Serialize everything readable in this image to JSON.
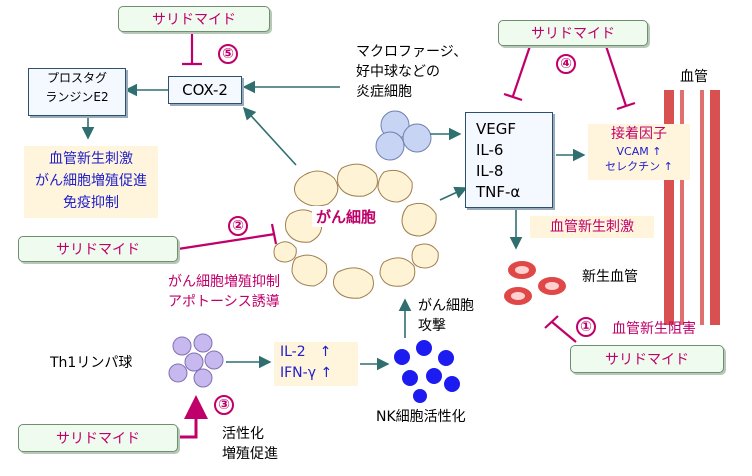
{
  "thalidomide": "サリドマイド",
  "numbers": [
    "①",
    "②",
    "③",
    "④",
    "⑤"
  ],
  "cox2": "COX-2",
  "prostaglandin": [
    "プロスタグ",
    "ランジンE2"
  ],
  "pg_effects": [
    "血管新生刺激",
    "がん細胞増殖促進",
    "免疫抑制"
  ],
  "macrophage": [
    "マクロファージ、",
    "好中球などの",
    "炎症細胞"
  ],
  "cytokines": [
    "VEGF",
    "IL-6",
    "IL-8",
    "TNF-α"
  ],
  "adhesion": {
    "title": "接着因子",
    "lines": [
      "VCAM ↑",
      "セレクチン ↑"
    ]
  },
  "vessel_label": "血管",
  "angio_stim": "血管新生刺激",
  "new_vessel": "新生血管",
  "angio_inhibit": "血管新生阻害",
  "cancer_cell": "がん細胞",
  "cancer_effect": [
    "がん細胞増殖抑制",
    "アポトーシス誘導"
  ],
  "nk_attack": [
    "がん細胞",
    "攻撃"
  ],
  "nk_activation": "NK細胞活性化",
  "th1": "Th1リンパ球",
  "th1_cytokines": [
    "IL-2　↑",
    "IFN-γ ↑"
  ],
  "activation": [
    "活性化",
    "増殖促進"
  ]
}
